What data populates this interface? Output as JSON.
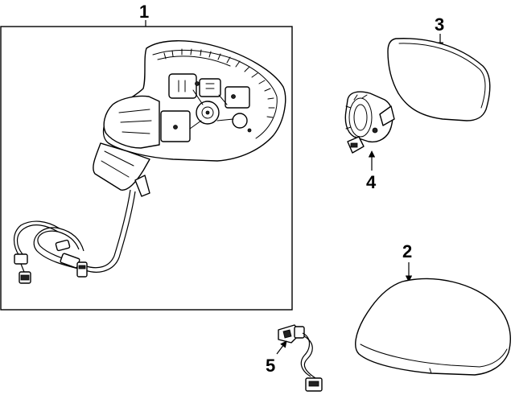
{
  "diagram": {
    "callouts": [
      {
        "id": "1",
        "label": "1",
        "part": "mirror-assembly"
      },
      {
        "id": "2",
        "label": "2",
        "part": "mirror-cover-cap"
      },
      {
        "id": "3",
        "label": "3",
        "part": "mirror-glass"
      },
      {
        "id": "4",
        "label": "4",
        "part": "turn-signal-lamp-unit"
      },
      {
        "id": "5",
        "label": "5",
        "part": "wire-harness-connector"
      }
    ]
  }
}
